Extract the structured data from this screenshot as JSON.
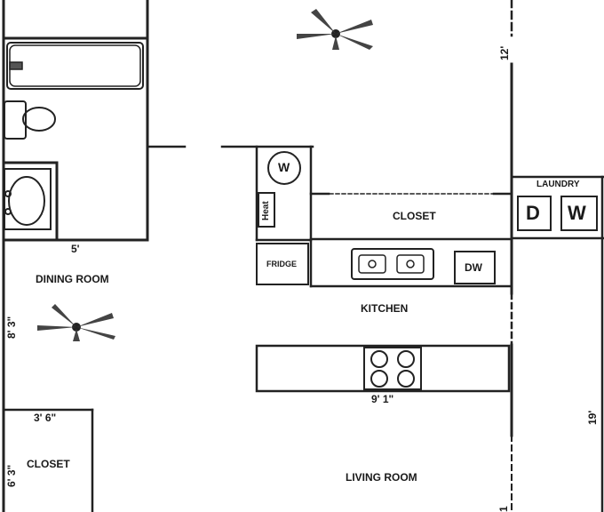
{
  "rooms": {
    "dining_room": "DINING ROOM",
    "kitchen": "KITCHEN",
    "closet_kitchen": "CLOSET",
    "closet_small": "CLOSET",
    "living_room": "LIVING ROOM",
    "laundry": "LAUNDRY"
  },
  "appliances": {
    "water_heater": "W",
    "heat": "Heat",
    "fridge": "FRIDGE",
    "dishwasher": "DW",
    "dryer": "D",
    "washer": "W"
  },
  "dimensions": {
    "bath_width": "5'",
    "dining_height": "8' 3\"",
    "closet_width": "3' 6\"",
    "closet_height": "6' 3\"",
    "kitchen_counter": "9' 1\"",
    "right_upper": "12'",
    "right_lower": "19'",
    "bottom_right": "1"
  }
}
